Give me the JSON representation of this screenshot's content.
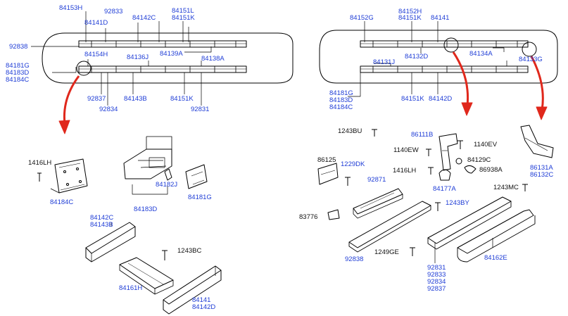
{
  "colors": {
    "label": "#1f3dd6",
    "label_dark": "#111111",
    "line": "#000000",
    "arrow": "#e0281c"
  },
  "left_vehicle": {
    "top_labels": [
      "84153H",
      "84141D",
      "92833",
      "84142C",
      "84151L",
      "84151K"
    ],
    "side_label": "92838",
    "mid_labels": [
      "84154H",
      "84136J",
      "84139A",
      "84138A"
    ],
    "left_stack": [
      "84181G",
      "84183D",
      "84184C"
    ],
    "bottom_labels": [
      "92837",
      "92834",
      "84143B",
      "84151K",
      "92831"
    ]
  },
  "right_vehicle": {
    "top_labels": [
      "84152G",
      "84152H",
      "84151K",
      "84141"
    ],
    "mid_labels": [
      "84132D",
      "84134A",
      "84133G",
      "84131J"
    ],
    "left_stack": [
      "84181G",
      "84183D",
      "84184C"
    ],
    "bottom_labels": [
      "84151K",
      "84142D"
    ]
  },
  "left_parts": {
    "bracket_plate": "84184C",
    "bolt_a": "1416LH",
    "bracket_box": "84183D",
    "clip": "84182J",
    "cover": "84181G",
    "rail_c": [
      "84142C",
      "84143B"
    ],
    "bolt_b": "1243BC",
    "step_plate": "84161H",
    "long_rail": [
      "84141",
      "84142D"
    ]
  },
  "right_parts": {
    "bolt_bu": "1243BU",
    "bracket_86111b": "86111B",
    "bolt_ev": "1140EV",
    "bolt_ew": "1140EW",
    "cap_c": "84129C",
    "bolt_lh": "1416LH",
    "cap_a": "86938A",
    "bracket_86125": "86125",
    "bolt_dk": "1229DK",
    "cap_84177a": "84177A",
    "end_cap": [
      "86131A",
      "86132C"
    ],
    "bolt_mc": "1243MC",
    "strip": "92871",
    "bolt_by": "1243BY",
    "clip_83776": "83776",
    "rail_92838": "92838",
    "bolt_ge": "1249GE",
    "group_9283x": [
      "92831",
      "92833",
      "92834",
      "92837"
    ],
    "side_step": "84162E"
  }
}
